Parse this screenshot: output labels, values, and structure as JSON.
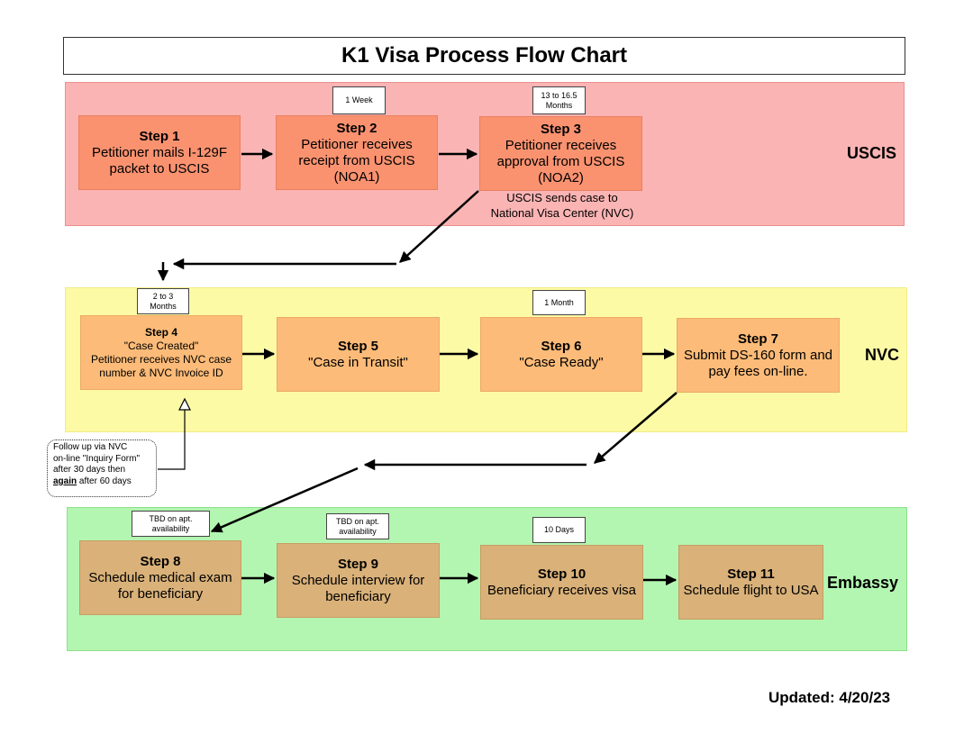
{
  "title": "K1 Visa Process Flow Chart",
  "lanes": {
    "uscis": "USCIS",
    "nvc": "NVC",
    "embassy": "Embassy"
  },
  "steps": {
    "s1": {
      "title": "Step 1",
      "text": "Petitioner mails I-129F packet to USCIS"
    },
    "s2": {
      "title": "Step 2",
      "text": "Petitioner receives receipt from USCIS (NOA1)"
    },
    "s3": {
      "title": "Step 3",
      "text": "Petitioner receives approval from USCIS (NOA2)"
    },
    "s4": {
      "title": "Step 4",
      "line1": "\"Case Created\"",
      "line2": "Petitioner receives NVC case number & NVC Invoice ID"
    },
    "s5": {
      "title": "Step 5",
      "text": "\"Case in Transit\""
    },
    "s6": {
      "title": "Step 6",
      "text": "\"Case Ready\""
    },
    "s7": {
      "title": "Step 7",
      "text": "Submit DS-160 form and pay fees on-line."
    },
    "s8": {
      "title": "Step 8",
      "text": "Schedule medical exam for beneficiary"
    },
    "s9": {
      "title": "Step 9",
      "text": "Schedule interview for beneficiary"
    },
    "s10": {
      "title": "Step 10",
      "text": "Beneficiary receives visa"
    },
    "s11": {
      "title": "Step 11",
      "text": "Schedule flight to USA"
    }
  },
  "durations": {
    "d2": "1 Week",
    "d3_line1": "13 to 16.5",
    "d3_line2": "Months",
    "d4_line1": "2 to 3",
    "d4_line2": "Months",
    "d6": "1 Month",
    "d8_line1": "TBD on apt.",
    "d8_line2": "availability",
    "d9_line1": "TBD on apt.",
    "d9_line2": "availability",
    "d10": "10 Days"
  },
  "notes": {
    "uscis_to_nvc_line1": "USCIS sends case to",
    "uscis_to_nvc_line2": "National Visa Center (NVC)",
    "followup_line1": "Follow up via NVC",
    "followup_line2": "on-line \"Inquiry Form\"",
    "followup_line3": "after 30 days then",
    "followup_again": "again",
    "followup_line4_rest": " after 60 days"
  },
  "footer": "Updated: 4/20/23",
  "colors": {
    "uscis_band": "#fbb4b4",
    "nvc_band": "#fdfaa6",
    "embassy_band": "#b3f6b1",
    "uscis_step": "#fa9270",
    "nvc_step": "#fcbb78",
    "embassy_step": "#d9b179"
  }
}
